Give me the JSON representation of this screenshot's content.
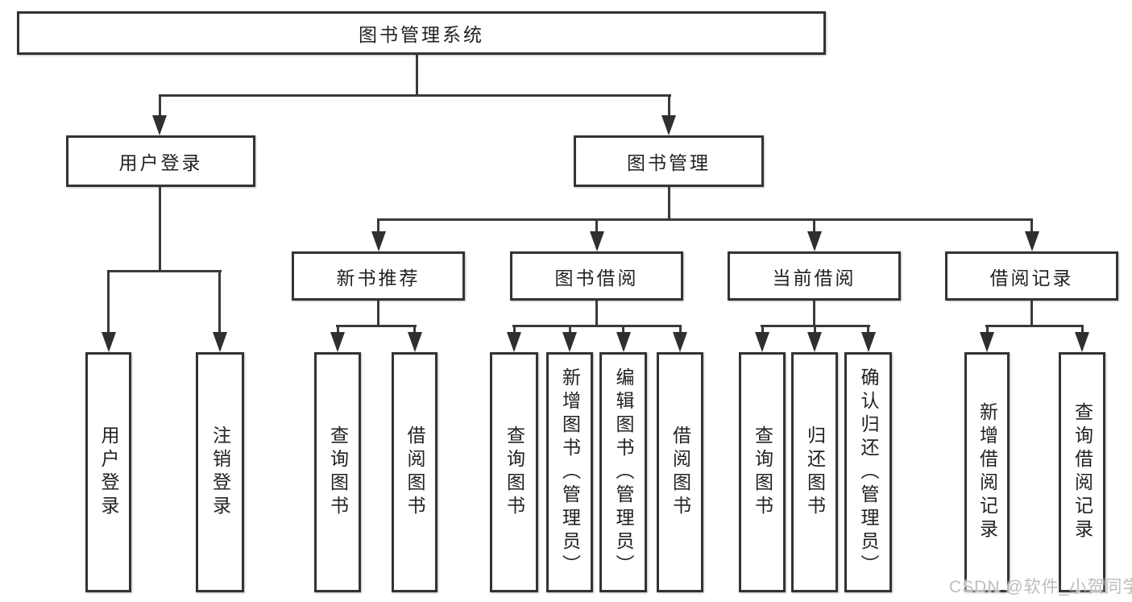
{
  "root": {
    "label": "图书管理系统"
  },
  "level2": [
    {
      "label": "用户登录"
    },
    {
      "label": "图书管理"
    }
  ],
  "level3": [
    {
      "label": "新书推荐"
    },
    {
      "label": "图书借阅"
    },
    {
      "label": "当前借阅"
    },
    {
      "label": "借阅记录"
    }
  ],
  "leaves": [
    {
      "label": "用户登录",
      "parent": "用户登录"
    },
    {
      "label": "注销登录",
      "parent": "用户登录"
    },
    {
      "label": "查询图书",
      "parent": "新书推荐"
    },
    {
      "label": "借阅图书",
      "parent": "新书推荐"
    },
    {
      "label": "查询图书",
      "parent": "图书借阅"
    },
    {
      "label": "新增图书（管理员）",
      "parent": "图书借阅"
    },
    {
      "label": "编辑图书（管理员）",
      "parent": "图书借阅"
    },
    {
      "label": "借阅图书",
      "parent": "图书借阅"
    },
    {
      "label": "查询图书",
      "parent": "当前借阅"
    },
    {
      "label": "归还图书",
      "parent": "当前借阅"
    },
    {
      "label": "确认归还（管理员）",
      "parent": "当前借阅"
    },
    {
      "label": "新增借阅记录",
      "parent": "借阅记录"
    },
    {
      "label": "查询借阅记录",
      "parent": "借阅记录"
    }
  ],
  "watermark": {
    "text": "CSDN @软件_小贺同学"
  },
  "colors": {
    "line": "#3a3a3a",
    "border": "#333333",
    "text": "#222222",
    "background": "#ffffff",
    "watermark": "#bdbdbd"
  }
}
